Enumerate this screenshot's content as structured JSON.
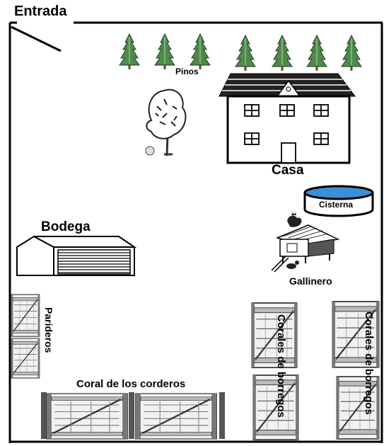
{
  "labels": {
    "entrance": "Entrada",
    "pines": "Pinos",
    "house": "Casa",
    "cistern": "Cisterna",
    "warehouse": "Bodega",
    "henhouse": "Gallinero",
    "farrowing_pens": "Parideros",
    "lamb_corral": "Coral de los corderos",
    "sheep_corrals_1": "Corales de borregos",
    "sheep_corrals_2": "Corales de borregos"
  },
  "icons": {
    "pine": "pine-tree-icon",
    "deciduous_tree": "deciduous-tree-icon",
    "house": "house-icon",
    "cistern": "cistern-icon",
    "barn": "barn-icon",
    "henhouse": "henhouse-icon",
    "gate": "gate-icon"
  },
  "colors": {
    "cistern_water": "#3a8fd6",
    "pine": "#4f8a4a",
    "outline": "#000000"
  }
}
